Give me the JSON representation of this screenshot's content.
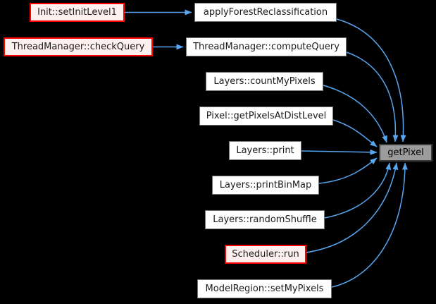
{
  "diagram": {
    "type": "caller-graph",
    "focus_function": "getPixel",
    "colors": {
      "background": "#000000",
      "edge": "#58a6f0",
      "node_fill": "#ffffff",
      "node_border": "#737373",
      "node_text": "#1a1a1a",
      "highlighted_fill": "#fff0f0",
      "highlighted_border": "#ff0000",
      "focus_fill": "#9c9c9c",
      "focus_border": "#3d3d3d"
    },
    "nodes": [
      {
        "id": "setInitLevel1",
        "label": "Init::setInitLevel1",
        "style": "highlighted"
      },
      {
        "id": "applyForestReclassification",
        "label": "applyForestReclassification",
        "style": "normal"
      },
      {
        "id": "checkQuery",
        "label": "ThreadManager::checkQuery",
        "style": "highlighted"
      },
      {
        "id": "computeQuery",
        "label": "ThreadManager::computeQuery",
        "style": "normal"
      },
      {
        "id": "countMyPixels",
        "label": "Layers::countMyPixels",
        "style": "normal"
      },
      {
        "id": "getPixelsAtDistLevel",
        "label": "Pixel::getPixelsAtDistLevel",
        "style": "normal"
      },
      {
        "id": "print",
        "label": "Layers::print",
        "style": "normal"
      },
      {
        "id": "printBinMap",
        "label": "Layers::printBinMap",
        "style": "normal"
      },
      {
        "id": "randomShuffle",
        "label": "Layers::randomShuffle",
        "style": "normal"
      },
      {
        "id": "run",
        "label": "Scheduler::run",
        "style": "highlighted"
      },
      {
        "id": "setMyPixels",
        "label": "ModelRegion::setMyPixels",
        "style": "normal"
      },
      {
        "id": "getPixel",
        "label": "getPixel",
        "style": "focus"
      }
    ],
    "edges": [
      {
        "from": "Init::setInitLevel1",
        "to": "applyForestReclassification"
      },
      {
        "from": "ThreadManager::checkQuery",
        "to": "ThreadManager::computeQuery"
      },
      {
        "from": "applyForestReclassification",
        "to": "getPixel"
      },
      {
        "from": "ThreadManager::computeQuery",
        "to": "getPixel"
      },
      {
        "from": "Layers::countMyPixels",
        "to": "getPixel"
      },
      {
        "from": "Pixel::getPixelsAtDistLevel",
        "to": "getPixel"
      },
      {
        "from": "Layers::print",
        "to": "getPixel"
      },
      {
        "from": "Layers::printBinMap",
        "to": "getPixel"
      },
      {
        "from": "Layers::randomShuffle",
        "to": "getPixel"
      },
      {
        "from": "Scheduler::run",
        "to": "getPixel"
      },
      {
        "from": "ModelRegion::setMyPixels",
        "to": "getPixel"
      }
    ]
  }
}
